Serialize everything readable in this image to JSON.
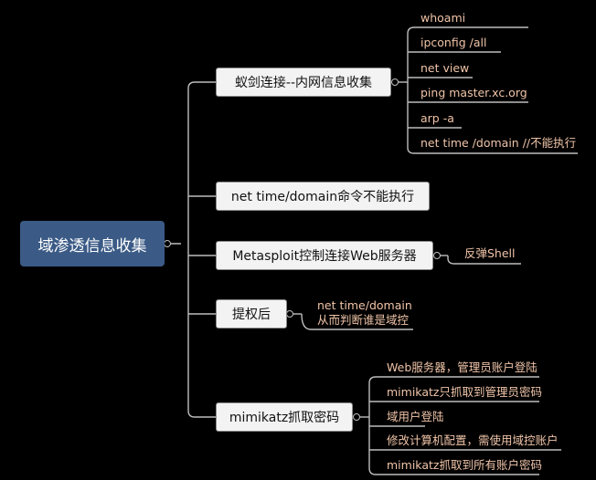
{
  "root": {
    "label": "域渗透信息收集"
  },
  "branches": [
    {
      "label": "蚁剑连接--内网信息收集",
      "children": [
        "whoami",
        "ipconfig /all",
        "net view",
        "ping master.xc.org",
        "arp -a",
        "net time /domain //不能执行"
      ]
    },
    {
      "label": "net time/domain命令不能执行",
      "children": []
    },
    {
      "label": "Metasploit控制连接Web服务器",
      "children": [
        "反弹Shell"
      ]
    },
    {
      "label": "提权后",
      "children": [
        "net time/domain",
        "从而判断谁是域控"
      ]
    },
    {
      "label": "mimikatz抓取密码",
      "children": [
        "Web服务器，管理员账户登陆",
        "mimikatz只抓取到管理员密码",
        "域用户登陆",
        "修改计算机配置，需使用域控账户",
        "mimikatz抓取到所有账户密码"
      ]
    }
  ],
  "colors": {
    "background": "#000000",
    "root": "#3b5b86",
    "connector": "#bdbdbd",
    "leaf_text": "#f0c4a8",
    "box": "#f3f3f3"
  }
}
